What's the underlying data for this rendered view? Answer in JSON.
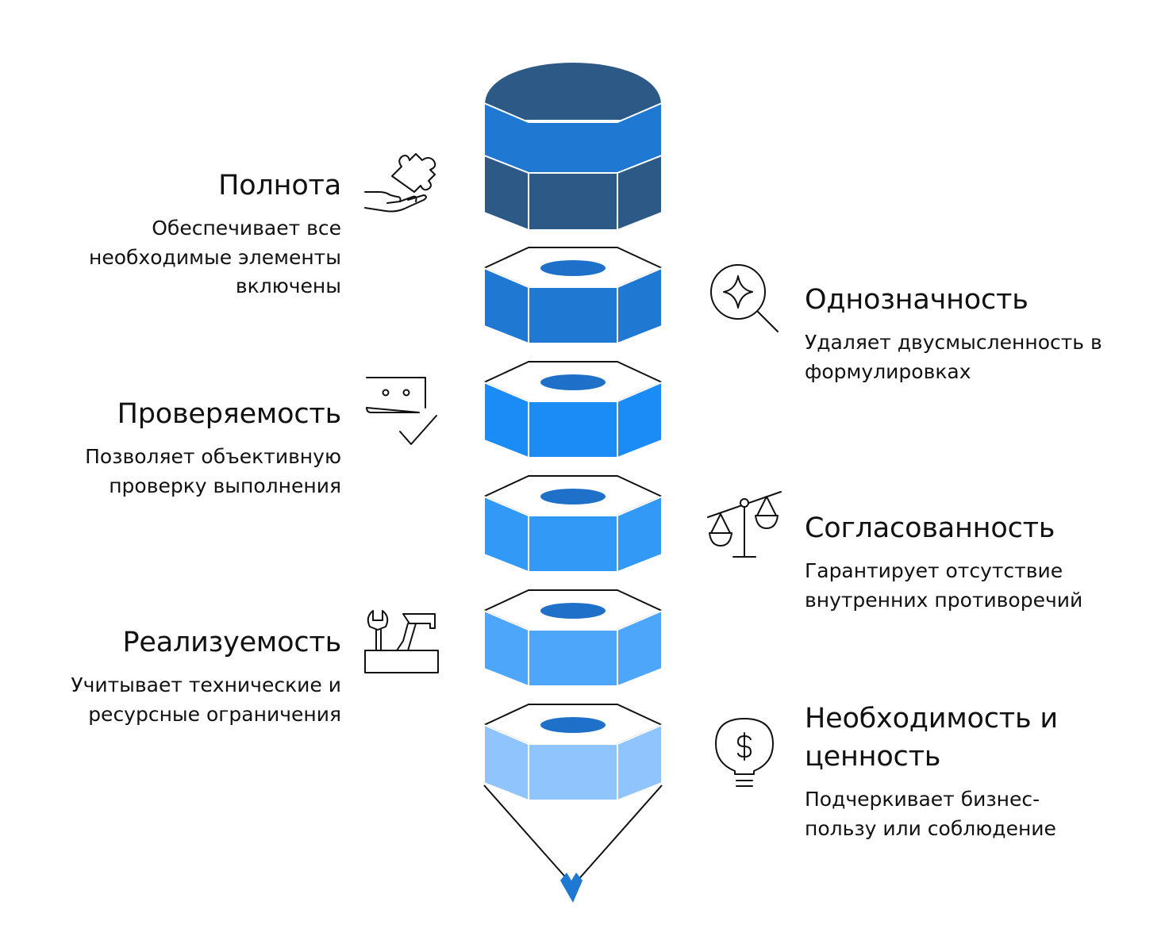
{
  "colors": {
    "cap": "#2d5986",
    "band": "#1f78d1",
    "hole": "#1f70c8",
    "segments": [
      "#1f78d1",
      "#1b8cf5",
      "#3299f7",
      "#4ea6fb",
      "#8fc4fd"
    ],
    "tip": "#1f78d1",
    "outline": "#111111"
  },
  "items": [
    {
      "side": "left",
      "title": "Полнота",
      "description": [
        "Обеспечивает все",
        "необходимые элементы",
        "включены"
      ],
      "icon": "hand-puzzle-icon"
    },
    {
      "side": "right",
      "title": "Однозначность",
      "description": [
        "Удаляет двусмысленность в",
        "формулировках"
      ],
      "icon": "magnifier-sparkle-icon"
    },
    {
      "side": "left",
      "title": "Проверяемость",
      "description": [
        "Позволяет объективную",
        "проверку выполнения"
      ],
      "icon": "chat-check-icon"
    },
    {
      "side": "right",
      "title": "Согласованность",
      "description": [
        "Гарантирует отсутствие",
        "внутренних противоречий"
      ],
      "icon": "balance-scale-icon"
    },
    {
      "side": "left",
      "title": "Реализуемость",
      "description": [
        "Учитывает технические и",
        "ресурсные ограничения"
      ],
      "icon": "toolbox-icon"
    },
    {
      "side": "right",
      "title": [
        "Необходимость и",
        "ценность"
      ],
      "description": [
        "Подчеркивает бизнес-",
        "пользу или соблюдение"
      ],
      "icon": "dollar-bulb-icon"
    }
  ]
}
